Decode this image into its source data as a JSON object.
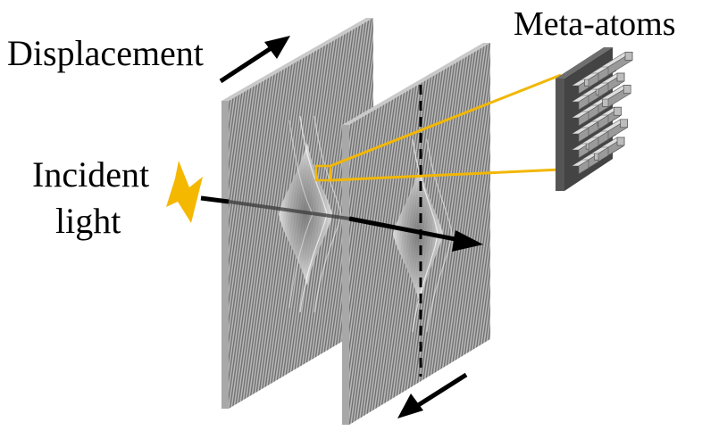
{
  "labels": {
    "displacement": "Displacement",
    "meta_atoms": "Meta-atoms",
    "incident_line1": "Incident",
    "incident_line2": "light"
  },
  "colors": {
    "connector": "#f2b705",
    "light_bolt": "#f5b800",
    "plate_edge": "#a8a8a8",
    "plate_face": "#9a9a9a",
    "arrow": "#000000"
  }
}
